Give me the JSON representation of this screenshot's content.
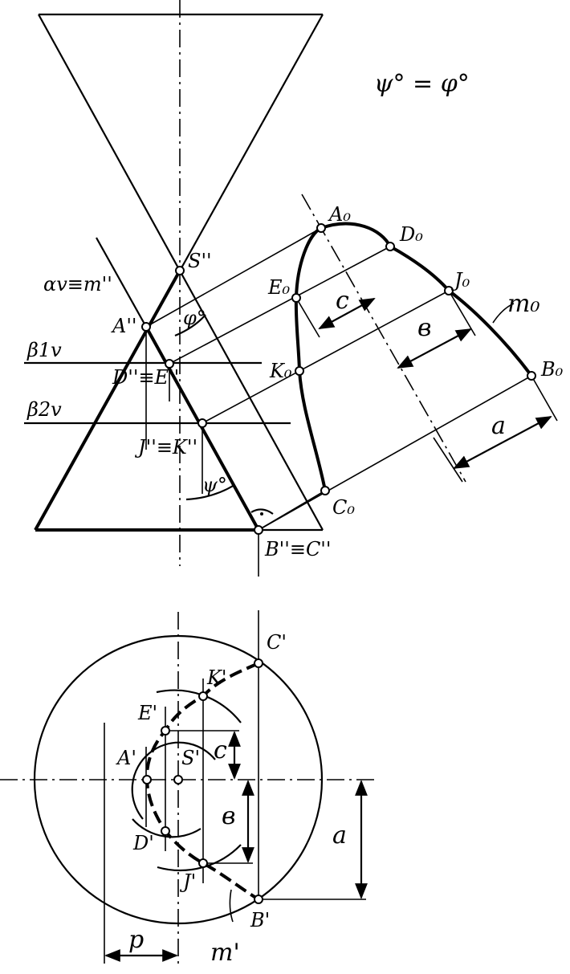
{
  "formula": "ψ° = φ°",
  "front_view": {
    "points": {
      "S": "S''",
      "A": "A''",
      "DE": "D''≡E''",
      "JK": "J''≡K''",
      "BC": "B''≡C''"
    },
    "planes": {
      "alpha": "αv≡m''",
      "beta1": "β1v",
      "beta2": "β2v"
    },
    "angles": {
      "phi": "φ°",
      "psi": "ψ°"
    }
  },
  "true_shape": {
    "points": {
      "A": "A₀",
      "D": "D₀",
      "J": "J₀",
      "B": "B₀",
      "E": "E₀",
      "K": "K₀",
      "C": "C₀"
    },
    "curve": "m₀",
    "dims": {
      "c": "c",
      "b": "в",
      "a": "a"
    }
  },
  "top_view": {
    "points": {
      "C": "C'",
      "K": "K'",
      "E": "E'",
      "A": "A'",
      "S": "S'",
      "D": "D'",
      "J": "J'",
      "B": "B'"
    },
    "curve": "m'",
    "dims": {
      "c": "c",
      "b": "в",
      "a": "a",
      "p": "p"
    }
  }
}
